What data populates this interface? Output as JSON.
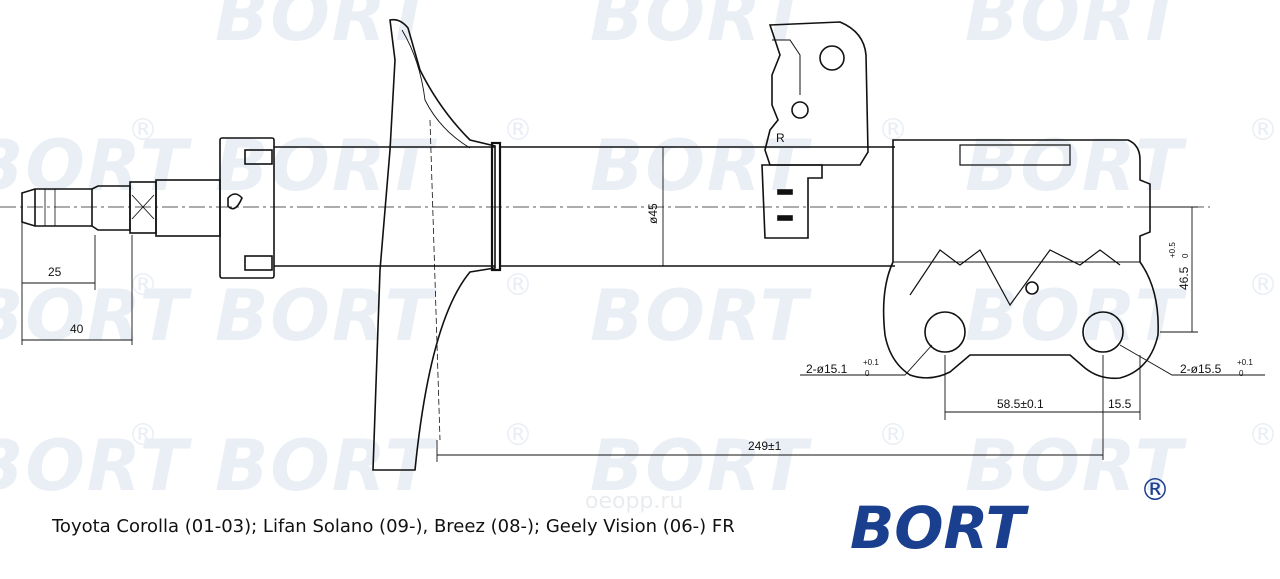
{
  "watermark": {
    "text": "BORT",
    "reg": "®",
    "site": "oeopp.ru"
  },
  "dimensions": {
    "d25": "25",
    "d40": "40",
    "phi45": "ø45",
    "h46_5": "46.5",
    "h46_5_sup_top": "+0.5",
    "h46_5_sup_bot": "0",
    "hole_left": "2-ø15.1",
    "hole_left_sup_top": "+0.1",
    "hole_left_sup_bot": "0",
    "hole_right": "2-ø15.5",
    "hole_right_sup_top": "+0.1",
    "hole_right_sup_bot": "0",
    "d58_5": "58.5±0.1",
    "d15_5": "15.5",
    "d249": "249±1",
    "bracket_mark": "R"
  },
  "caption": "Toyota Corolla (01-03); Lifan Solano (09-), Breez (08-); Geely Vision (06-) FR",
  "logo": {
    "text": "BORT",
    "reg": "®",
    "color": "#1b3f8f"
  }
}
